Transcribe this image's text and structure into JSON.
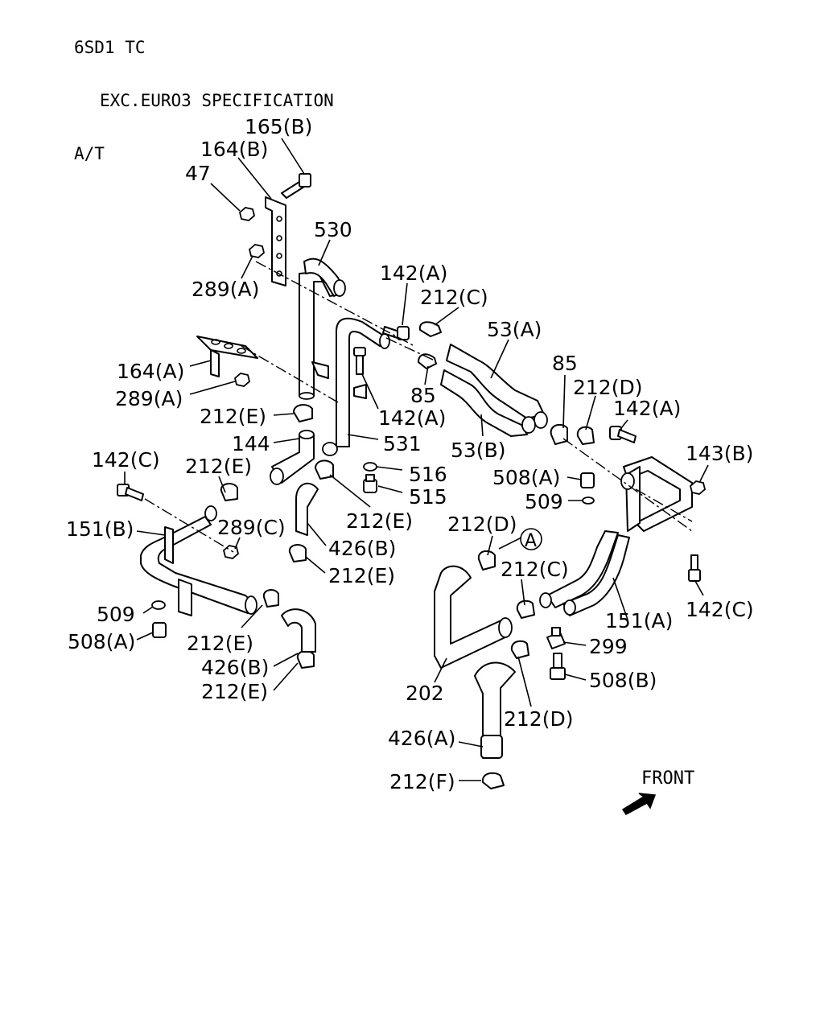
{
  "header": {
    "line1": "6SD1 TC",
    "line2": "EXC.EURO3 SPECIFICATION",
    "line3": "A/T"
  },
  "callouts": [
    {
      "id": "c01",
      "text": "165(B)"
    },
    {
      "id": "c02",
      "text": "164(B)"
    },
    {
      "id": "c03",
      "text": "47"
    },
    {
      "id": "c04",
      "text": "530"
    },
    {
      "id": "c05",
      "text": "289(A)"
    },
    {
      "id": "c06",
      "text": "142(A)"
    },
    {
      "id": "c07",
      "text": "212(C)"
    },
    {
      "id": "c08",
      "text": "53(A)"
    },
    {
      "id": "c09",
      "text": "164(A)"
    },
    {
      "id": "c10",
      "text": "289(A)"
    },
    {
      "id": "c11",
      "text": "85"
    },
    {
      "id": "c12",
      "text": "85"
    },
    {
      "id": "c13",
      "text": "212(D)"
    },
    {
      "id": "c14",
      "text": "142(A)"
    },
    {
      "id": "c15",
      "text": "212(E)"
    },
    {
      "id": "c16",
      "text": "142(A)"
    },
    {
      "id": "c17",
      "text": "144"
    },
    {
      "id": "c18",
      "text": "531"
    },
    {
      "id": "c19",
      "text": "53(B)"
    },
    {
      "id": "c20",
      "text": "142(C)"
    },
    {
      "id": "c21",
      "text": "212(E)"
    },
    {
      "id": "c22",
      "text": "516"
    },
    {
      "id": "c23",
      "text": "143(B)"
    },
    {
      "id": "c24",
      "text": "515"
    },
    {
      "id": "c25",
      "text": "508(A)"
    },
    {
      "id": "c26",
      "text": "509"
    },
    {
      "id": "c27",
      "text": "151(B)"
    },
    {
      "id": "c28",
      "text": "289(C)"
    },
    {
      "id": "c29",
      "text": "212(E)"
    },
    {
      "id": "c30",
      "text": "212(D)"
    },
    {
      "id": "c31",
      "text": "426(B)"
    },
    {
      "id": "c32",
      "text": "212(C)"
    },
    {
      "id": "c33",
      "text": "212(E)"
    },
    {
      "id": "c34",
      "text": "509"
    },
    {
      "id": "c35",
      "text": "151(A)"
    },
    {
      "id": "c36",
      "text": "142(C)"
    },
    {
      "id": "c37",
      "text": "508(A)"
    },
    {
      "id": "c38",
      "text": "212(E)"
    },
    {
      "id": "c39",
      "text": "299"
    },
    {
      "id": "c40",
      "text": "426(B)"
    },
    {
      "id": "c41",
      "text": "508(B)"
    },
    {
      "id": "c42",
      "text": "212(E)"
    },
    {
      "id": "c43",
      "text": "202"
    },
    {
      "id": "c44",
      "text": "212(D)"
    },
    {
      "id": "c45",
      "text": "426(A)"
    },
    {
      "id": "c46",
      "text": "212(F)"
    }
  ],
  "circle_marker": "A",
  "direction_label": "FRONT",
  "icons": [
    "front-arrow-icon"
  ]
}
